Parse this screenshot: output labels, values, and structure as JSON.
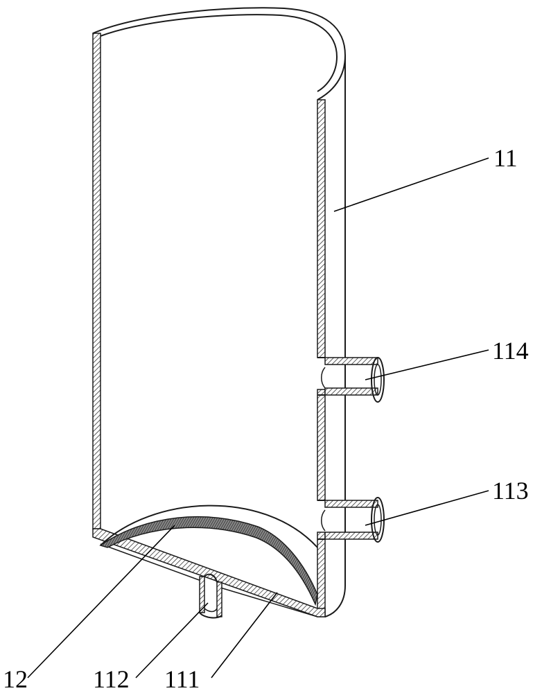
{
  "figure": {
    "labels": {
      "container": "11",
      "bottom_plate": "111",
      "drain_pipe": "112",
      "lower_pipe": "113",
      "upper_pipe": "114",
      "arc_member": "12"
    }
  }
}
